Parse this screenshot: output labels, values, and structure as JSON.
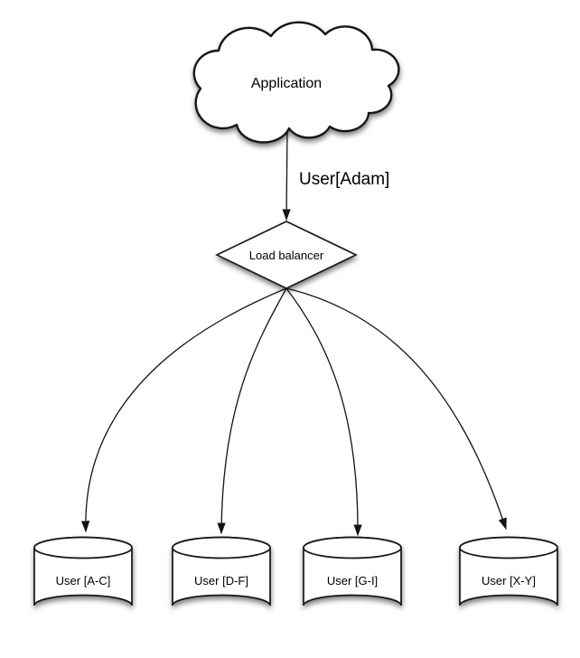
{
  "diagram": {
    "application": {
      "label": "Application",
      "shape": "cloud"
    },
    "request_edge": {
      "label": "User[Adam]"
    },
    "load_balancer": {
      "label": "Load balancer",
      "shape": "diamond"
    },
    "shards": [
      {
        "label": "User [A-C]",
        "shape": "cylinder"
      },
      {
        "label": "User [D-F]",
        "shape": "cylinder"
      },
      {
        "label": "User [G-I]",
        "shape": "cylinder"
      },
      {
        "label": "User [X-Y]",
        "shape": "cylinder"
      }
    ],
    "colors": {
      "stroke": "#141414",
      "fill": "#ffffff",
      "background": "#ffffff",
      "shadow": "rgba(0,0,0,0.5)"
    }
  }
}
